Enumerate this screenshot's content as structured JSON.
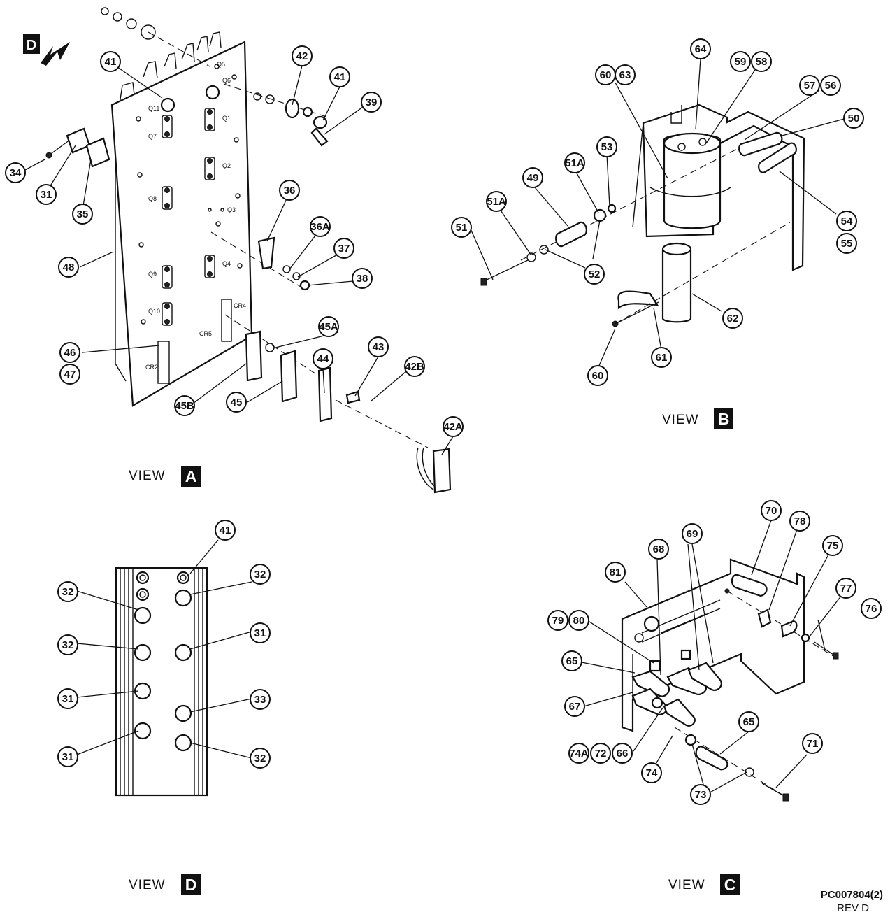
{
  "views": [
    {
      "label": "VIEW",
      "letter": "A"
    },
    {
      "label": "VIEW",
      "letter": "B"
    },
    {
      "label": "VIEW",
      "letter": "C"
    },
    {
      "label": "VIEW",
      "letter": "D"
    }
  ],
  "direction_marker": "D",
  "document": {
    "code": "PC007804(2)",
    "revision": "REV D"
  },
  "board_markings": [
    "Q5",
    "Q6",
    "Q11",
    "Q1",
    "Q7",
    "Q2",
    "Q8",
    "Q3",
    "Q9",
    "Q4",
    "Q10",
    "CR4",
    "CR5",
    "CR2"
  ],
  "callouts": {
    "view_a": [
      "41",
      "42",
      "41",
      "39",
      "34",
      "31",
      "35",
      "48",
      "36",
      "36A",
      "37",
      "38",
      "45A",
      "44",
      "43",
      "42B",
      "46",
      "47",
      "45B",
      "45",
      "42A"
    ],
    "view_b": [
      "64",
      "59",
      "58",
      "60",
      "63",
      "57",
      "56",
      "50",
      "53",
      "49",
      "51A",
      "51A",
      "51",
      "52",
      "54",
      "55",
      "62",
      "61",
      "60"
    ],
    "view_c": [
      "70",
      "78",
      "68",
      "69",
      "81",
      "75",
      "77",
      "76",
      "79",
      "80",
      "65",
      "67",
      "65",
      "71",
      "74A",
      "72",
      "66",
      "74",
      "73"
    ],
    "view_d": [
      "41",
      "32",
      "32",
      "32",
      "31",
      "31",
      "33",
      "31",
      "32"
    ]
  }
}
